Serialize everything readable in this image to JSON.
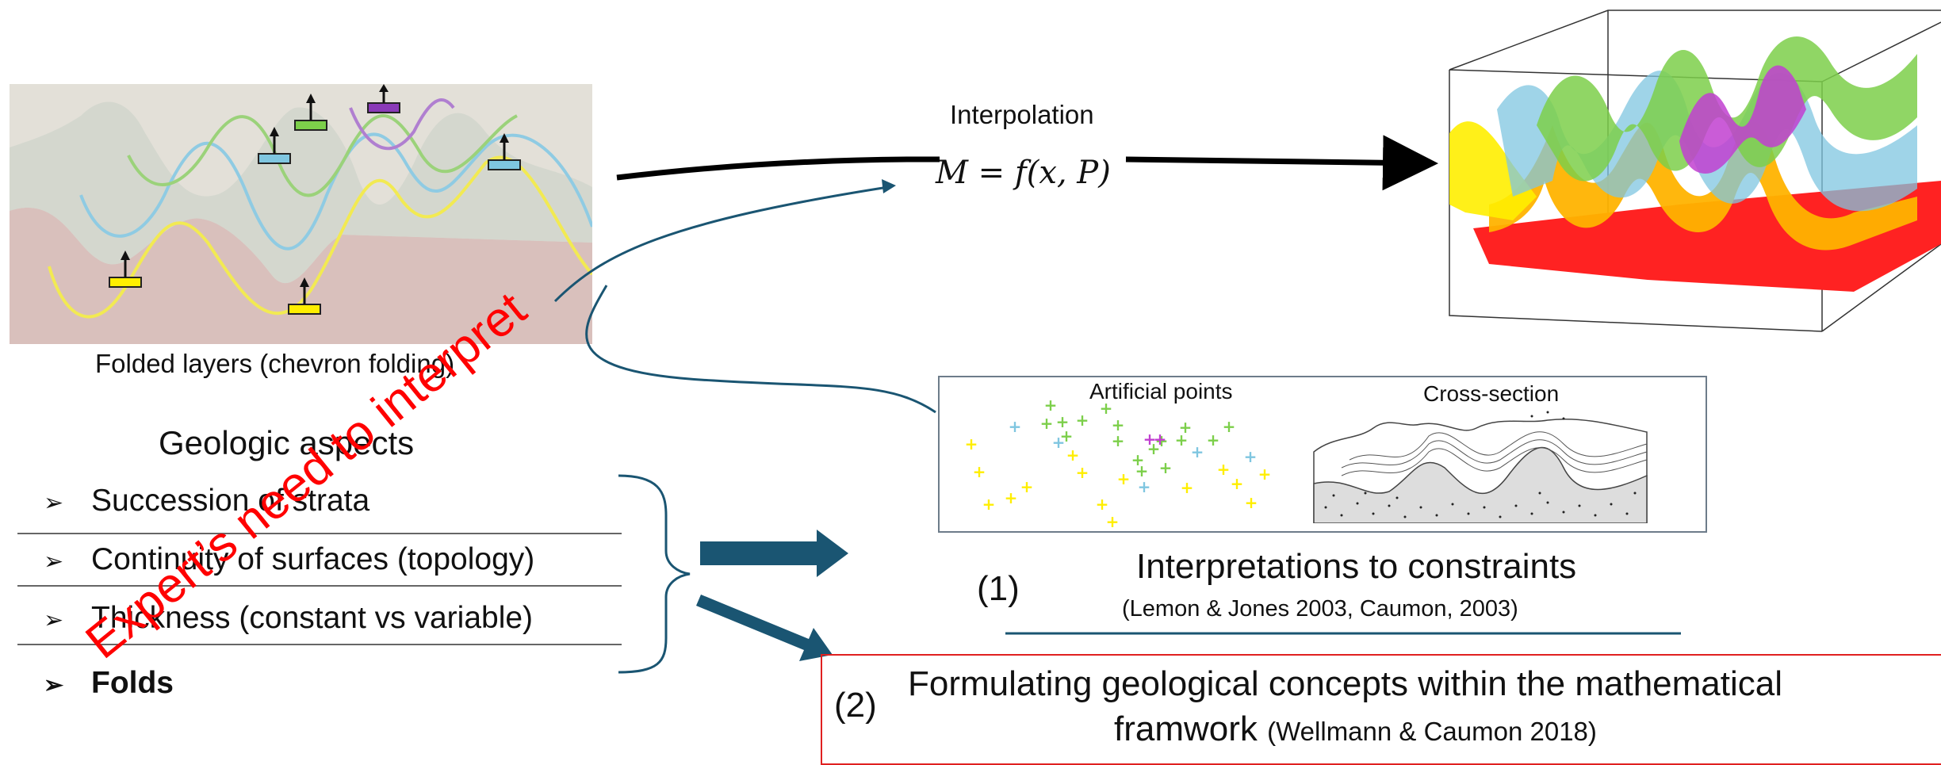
{
  "photo": {
    "caption": "Folded layers (chevron folding)"
  },
  "geologic_aspects": {
    "title": "Geologic aspects",
    "items": [
      {
        "marker": "➢",
        "text": "Succession of strata",
        "bold": false
      },
      {
        "marker": "➢",
        "text": "Continuity of surfaces (topology)",
        "bold": false
      },
      {
        "marker": "➢",
        "text": "Thickness (constant vs variable)",
        "bold": false
      },
      {
        "marker": "➢",
        "text": "Folds",
        "bold": true
      }
    ]
  },
  "overlay_text": "Expert’s need to interpret",
  "interpolation": {
    "label": "Interpolation",
    "formula": "M = f(x, P)"
  },
  "constraints_panel": {
    "left_label": "Artificial  points",
    "right_label": "Cross-section"
  },
  "option1": {
    "number": "(1)",
    "title": "Interpretations to constraints",
    "citation": "(Lemon & Jones 2003, Caumon, 2003)"
  },
  "option2": {
    "number": "(2)",
    "line1": "Formulating geological concepts within the mathematical",
    "line2": "framwork",
    "citation": "(Wellmann & Caumon 2018)"
  },
  "colors": {
    "yellow": "#ffee00",
    "green": "#7ccf4a",
    "blue": "#7fc6e0",
    "purple": "#8a3ab8",
    "red": "#ff2222",
    "orange": "#ffb300",
    "teal_arrow": "#1a5572"
  }
}
